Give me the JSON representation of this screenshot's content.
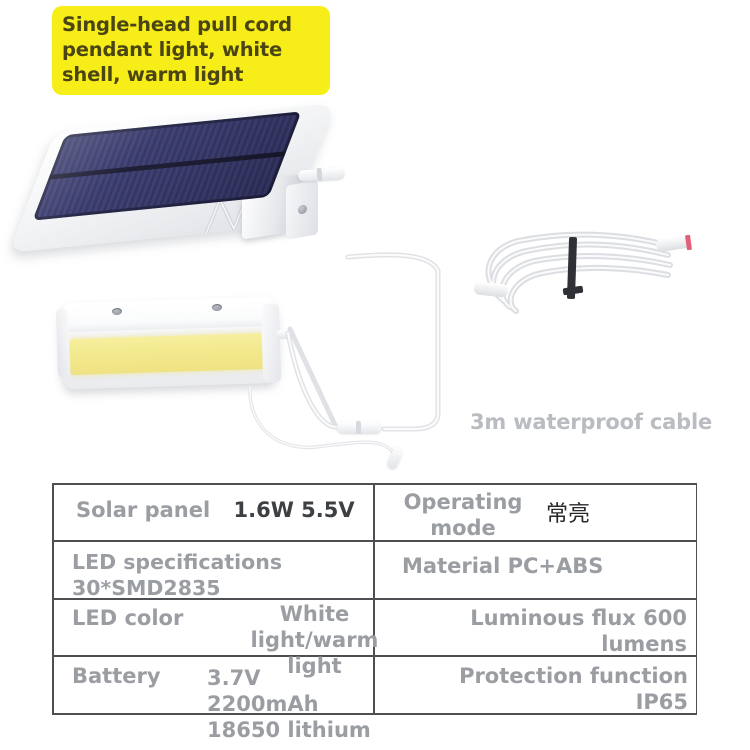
{
  "title_banner": {
    "text": "Single-head pull cord pendant light, white shell, warm light",
    "background_color": "#f7ed18",
    "text_color": "#4a4513"
  },
  "product_photo": {
    "solar_panel": {
      "name": "solar-panel",
      "panel_color": "#2b2c58",
      "housing_color": "#ffffff"
    },
    "led_lamp": {
      "name": "led-lamp-bar",
      "led_strip_color": "#f2e88c",
      "housing_color": "#ffffff"
    },
    "coiled_cable": {
      "name": "coiled-extension-cable",
      "caption": "3m waterproof cable",
      "caption_color": "#b9bcc1",
      "tie_color": "#2f3136",
      "plug_tip_color": "#e0607a"
    },
    "pull_cord": {
      "name": "pull-cord"
    }
  },
  "spec_table": {
    "rows": [
      {
        "left": {
          "label": "Solar panel",
          "value": "1.6W 5.5V",
          "value_style": "dark"
        },
        "right": {
          "label": "Operating mode",
          "value": "常亮",
          "value_style": "dark"
        }
      },
      {
        "left": {
          "label": "LED specifications 30*SMD2835",
          "value": "",
          "value_style": "gray"
        },
        "right": {
          "label": "Material PC+ABS",
          "value": "",
          "value_style": "gray"
        }
      },
      {
        "left": {
          "label": "LED color",
          "value": "White light/warm light",
          "value_style": "gray"
        },
        "right": {
          "label": "Luminous flux 600",
          "value": "lumens",
          "value_style": "gray"
        }
      },
      {
        "left": {
          "label": "Battery",
          "value": "3.7V 2200mAh 18650 lithium",
          "value_style": "gray"
        },
        "right": {
          "label": "Protection function",
          "value": "IP65",
          "value_style": "gray"
        }
      }
    ],
    "label_color": "#9a9da2",
    "value_dark_color": "#3d4043",
    "border_color": "#4d4f52"
  },
  "text_fragments": {
    "led_spec_line1": "LED specifications",
    "led_spec_line2": "30*SMD2835",
    "color_val_line1": "White",
    "color_val_line2": "light/warm",
    "color_val_line3": "light",
    "batt_val_line1": "3.7V",
    "batt_val_line2": "2200mAh",
    "batt_val_line3": "18650 lithium",
    "flux_line1": "Luminous flux 600",
    "flux_line2": "lumens",
    "prot_line1": "Protection function",
    "prot_line2": "IP65",
    "mode_label_line1": "Operating",
    "mode_label_line2": "mode"
  }
}
